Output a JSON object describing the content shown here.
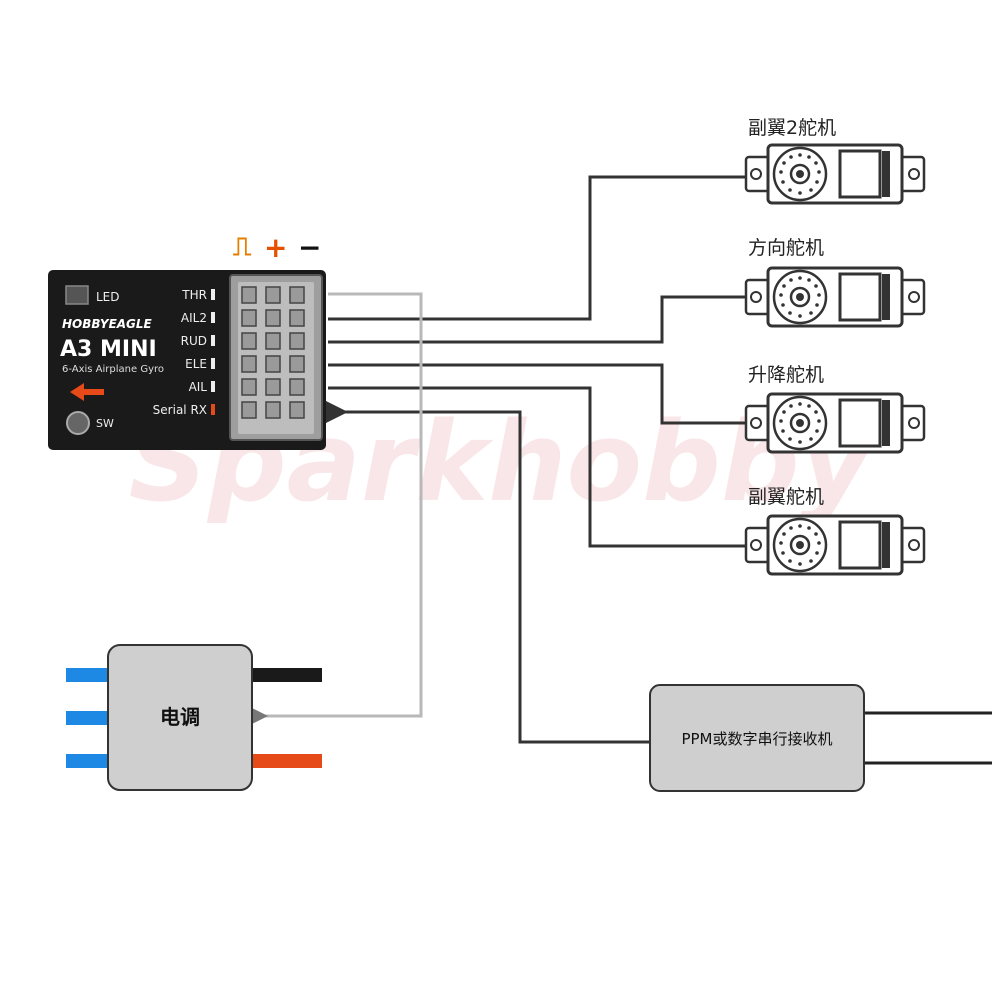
{
  "watermark": "Sparkhobby",
  "gyro": {
    "brand": "HOBBYEAGLE",
    "model": "A3 MINI",
    "subtitle": "6-Axis Airplane Gyro",
    "led_label": "LED",
    "sw_label": "SW",
    "channels": [
      "THR",
      "AIL2",
      "RUD",
      "ELE",
      "AIL",
      "Serial RX"
    ]
  },
  "pin_legend": {
    "signal": "⎍",
    "plus": "+",
    "minus": "−"
  },
  "servos": [
    {
      "label": "副翼2舵机"
    },
    {
      "label": "方向舵机"
    },
    {
      "label": "升降舵机"
    },
    {
      "label": "副翼舵机"
    }
  ],
  "esc": {
    "label": "电调"
  },
  "receiver": {
    "label": "PPM或数字串行接收机"
  },
  "colors": {
    "wire_dark": "#333333",
    "wire_gray": "#b8b8b8",
    "esc_blue": "#1e88e5",
    "esc_red": "#e64a19",
    "box_gray": "#cfcfcf",
    "legend_orange": "#e67e00"
  }
}
